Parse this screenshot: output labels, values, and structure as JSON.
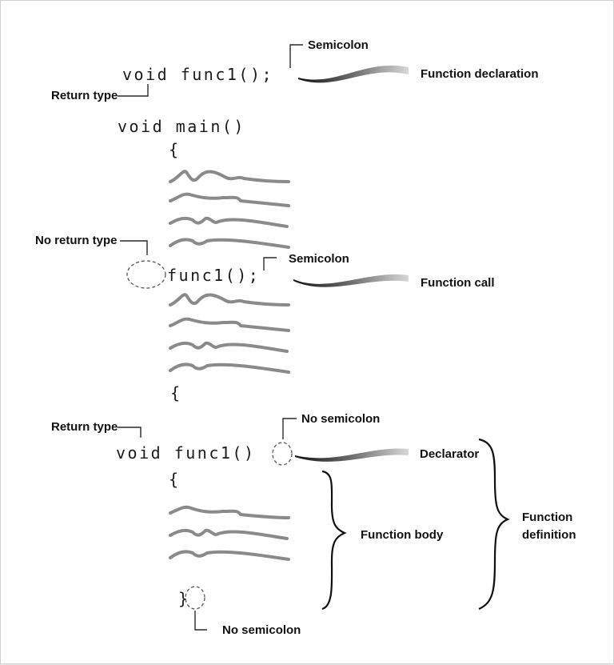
{
  "code": {
    "decl_line": "void func1();",
    "main_line": "void main()",
    "open_brace_1": "{",
    "call_line": "func1();",
    "close_brace_1": "{",
    "def_line": "void func1()",
    "open_brace_2": "{",
    "close_brace_2": "}"
  },
  "labels": {
    "semicolon_top": "Semicolon",
    "function_declaration": "Function declaration",
    "return_type_top": "Return type",
    "no_return_type": "No return type",
    "semicolon_call": "Semicolon",
    "function_call": "Function call",
    "return_type_def": "Return type",
    "no_semicolon_def": "No semicolon",
    "declarator": "Declarator",
    "function_body": "Function body",
    "function_definition_1": "Function",
    "function_definition_2": "definition",
    "no_semicolon_end": "No semicolon"
  },
  "colors": {
    "squiggle": "#8a8a8a",
    "text": "#111111"
  }
}
